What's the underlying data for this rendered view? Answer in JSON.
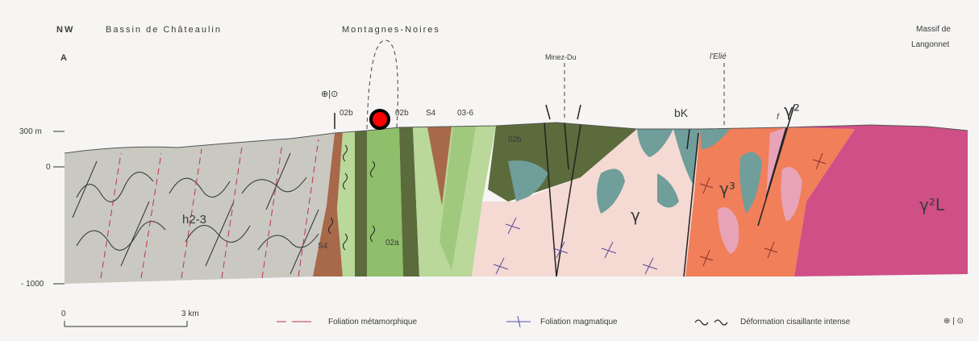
{
  "header": {
    "nw": "NW",
    "a": "A",
    "basin": "Bassin de Châteaulin",
    "montagnes": "Montagnes-Noires",
    "massif_line1": "Massif de",
    "massif_line2": "Langonnet"
  },
  "places": {
    "minez_du": "Minez-Du",
    "l_elie": "l'Elié"
  },
  "elevation": {
    "e300": "300 m",
    "e0": "0",
    "e1000": "- 1000"
  },
  "units": {
    "o2b_left": "02b",
    "o2b_mid": "02b",
    "s4_top": "S4",
    "o36": "03-6",
    "o2b_right": "02b",
    "bk": "bK",
    "h23": "h2-3",
    "s4_low": "S4",
    "o2a": "02a",
    "gamma": "γ",
    "gamma3": "γ³",
    "gamma2": "γ²",
    "f_prefix": "f",
    "gammaL2": "γ²L"
  },
  "scale": {
    "zero": "0",
    "three_km": "3 km"
  },
  "legend": {
    "metamorphic": "Foliation métamorphique",
    "magmatic": "Foliation magmatique",
    "shear": "Déformation cisaillante intense",
    "symbol": "⊕ | ⊙"
  },
  "colors": {
    "h23": "#c9c9c1",
    "s4": "#a8684a",
    "o2a": "#8fbf6a",
    "o2b": "#5b6b3c",
    "o36": "#b9d89a",
    "granite_pink": "#f5d9d3",
    "teal": "#6f9e9b",
    "gamma3_orange": "#f07f5a",
    "gammaL_magenta": "#cf4f86",
    "marker_red": "#ff0000"
  }
}
